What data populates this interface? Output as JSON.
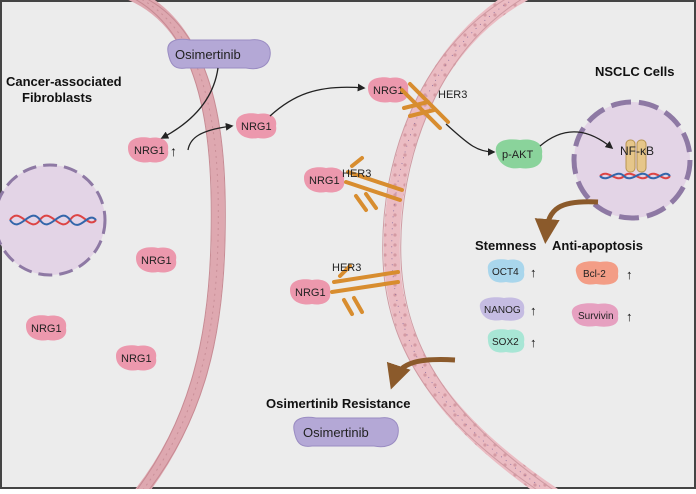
{
  "labels": {
    "caf_line1": "Cancer-associated",
    "caf_line2": "Fibroblasts",
    "nsclc": "NSCLC Cells",
    "osimertinib_top": "Osimertinib",
    "osimertinib_bottom": "Osimertinib",
    "resistance": "Osimertinib Resistance",
    "stemness": "Stemness",
    "anti_apoptosis": "Anti-apoptosis",
    "nrg1": "NRG1",
    "her3": "HER3",
    "pakt": "p-AKT",
    "nfkb": "NF-κB",
    "oct4": "OCT4",
    "nanog": "NANOG",
    "sox2": "SOX2",
    "bcl2": "Bcl-2",
    "survivin": "Survivin",
    "up_arrow": "↑"
  },
  "colors": {
    "background": "#ececec",
    "membrane": "#e7b6bd",
    "nucleus_fill": "#e3d4e6",
    "nucleus_border": "#8e79a4",
    "nrg1": "#ec98ad",
    "osimertinib": "#b4a8d6",
    "her3": "#d88d2f",
    "pakt": "#8ad39b",
    "oct4": "#a9d6ec",
    "nanog": "#c5bce2",
    "sox2": "#a8e6d5",
    "bcl2": "#f39d86",
    "survivin": "#e6a0c0",
    "feedback_arrow": "#8b5a2b"
  }
}
